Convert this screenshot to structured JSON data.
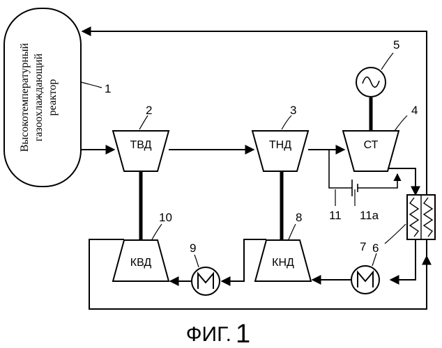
{
  "figure_caption": {
    "prefix": "ФИГ.",
    "number": "1"
  },
  "reactor": {
    "line1": "Высокотемпературный",
    "line2": "газоохлаждающий",
    "line3": "реактор",
    "ref": "1"
  },
  "components": {
    "hp_turbine": {
      "label": "ТВД",
      "ref": "2"
    },
    "lp_turbine": {
      "label": "ТНД",
      "ref": "3"
    },
    "power_turbine": {
      "label": "СТ",
      "ref": "4"
    },
    "generator": {
      "ref": "5",
      "symbol": "~"
    },
    "recuperator": {
      "ref": "6"
    },
    "precooler": {
      "ref": "7"
    },
    "lp_compressor": {
      "label": "КНД",
      "ref": "8"
    },
    "intercooler": {
      "ref": "9"
    },
    "hp_compressor": {
      "label": "КВД",
      "ref": "10"
    },
    "bypass_line": {
      "ref": "11"
    },
    "bypass_valve": {
      "ref": "11a"
    }
  }
}
